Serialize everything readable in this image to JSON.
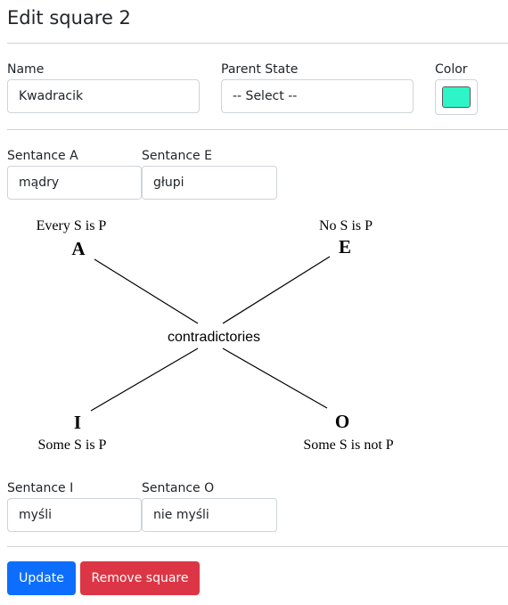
{
  "header": {
    "title": "Edit square 2"
  },
  "form": {
    "name_label": "Name",
    "name_value": "Kwadracik",
    "parent_label": "Parent State",
    "parent_value": "-- Select --",
    "color_label": "Color",
    "color_value": "#2ef5c7"
  },
  "sentences": {
    "a_label": "Sentance A",
    "a_value": "mądry",
    "e_label": "Sentance E",
    "e_value": "głupi",
    "i_label": "Sentance I",
    "i_value": "myśli",
    "o_label": "Sentance O",
    "o_value": "nie myśli"
  },
  "diagram": {
    "a_letter": "A",
    "a_caption": "Every S is P",
    "e_letter": "E",
    "e_caption": "No S is P",
    "i_letter": "I",
    "i_caption": "Some S is P",
    "o_letter": "O",
    "o_caption": "Some S is not P",
    "center_label": "contradictories"
  },
  "actions": {
    "update_label": "Update",
    "remove_label": "Remove square"
  },
  "colors": {
    "primary": "#0d6efd",
    "danger": "#dc3545"
  }
}
